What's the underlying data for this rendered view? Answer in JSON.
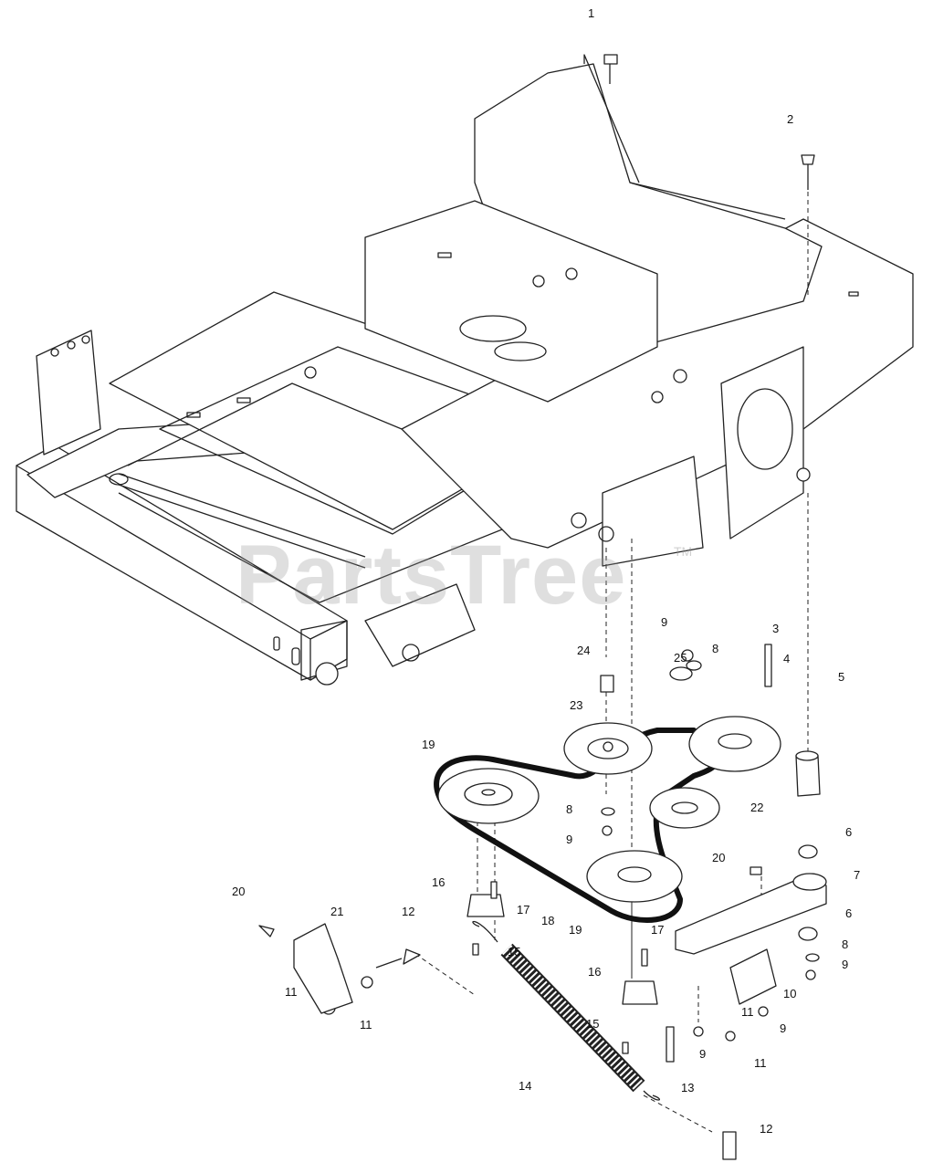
{
  "watermark": {
    "text": "PartsTree",
    "trademark": "TM"
  },
  "colors": {
    "line": "#222222",
    "belt": "#111111",
    "watermark": "#9a9a9a"
  },
  "callouts": {
    "c1": "1",
    "c2": "2",
    "c3": "3",
    "c4": "4",
    "c5": "5",
    "c6a": "6",
    "c6b": "6",
    "c7": "7",
    "c8a": "8",
    "c8b": "8",
    "c8c": "8",
    "c9a": "9",
    "c9b": "9",
    "c9c": "9",
    "c9d": "9",
    "c9e": "9",
    "c10": "10",
    "c11a": "11",
    "c11b": "11",
    "c11c": "11",
    "c11d": "11",
    "c12a": "12",
    "c12b": "12",
    "c13": "13",
    "c14": "14",
    "c15a": "15",
    "c15b": "15",
    "c16a": "16",
    "c16b": "16",
    "c17a": "17",
    "c17b": "17",
    "c18": "18",
    "c19a": "19",
    "c19b": "19",
    "c20a": "20",
    "c20b": "20",
    "c21": "21",
    "c22": "22",
    "c23": "23",
    "c24": "24",
    "c25": "25"
  }
}
